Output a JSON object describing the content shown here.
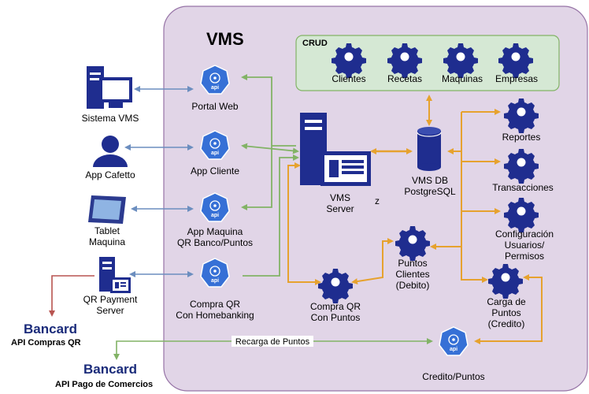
{
  "diagram": {
    "title": "VMS",
    "crud_label": "CRUD",
    "crud_items": [
      "Clientes",
      "Recetas",
      "Maquinas",
      "Empresas"
    ],
    "left_nodes": {
      "sistema_vms": "Sistema VMS",
      "app_cafetto": "App Cafetto",
      "tablet_l1": "Tablet",
      "tablet_l2": "Maquina",
      "qr_server_l1": "QR Payment",
      "qr_server_l2": "Server"
    },
    "api_nodes": {
      "portal_web": "Portal Web",
      "app_cliente": "App Cliente",
      "app_maquina_l1": "App Maquina",
      "app_maquina_l2": "QR Banco/Puntos",
      "compra_qr_l1": "Compra QR",
      "compra_qr_l2": "Con Homebanking",
      "credito_puntos": "Credito/Puntos",
      "api_badge": "api"
    },
    "server": {
      "l1": "VMS",
      "l2": "Server",
      "z": "z"
    },
    "db": {
      "l1": "VMS DB",
      "l2": "PostgreSQL"
    },
    "right_nodes": {
      "reportes": "Reportes",
      "transacciones": "Transacciones",
      "config_l1": "Configuración",
      "config_l2": "Usuarios/",
      "config_l3": "Permisos",
      "carga_l1": "Carga de",
      "carga_l2": "Puntos",
      "carga_l3": "(Credito)"
    },
    "middle_nodes": {
      "puntos_l1": "Puntos",
      "puntos_l2": "Clientes",
      "puntos_l3": "(Debito)",
      "compra_pts_l1": "Compra QR",
      "compra_pts_l2": "Con Puntos"
    },
    "external": {
      "bancard_1": "Bancard",
      "bancard_1_sub": "API Compras QR",
      "bancard_2": "Bancard",
      "bancard_2_sub": "API Pago de Comercios"
    },
    "edge_label": "Recarga de Puntos",
    "colors": {
      "boundary_fill": "#e1d5e7",
      "crud_fill": "#d5e8d4",
      "navy": "#1f2d8f",
      "green": "#82b366",
      "blue": "#6c8ebf",
      "orange": "#e6a22e",
      "red": "#b85450"
    }
  }
}
